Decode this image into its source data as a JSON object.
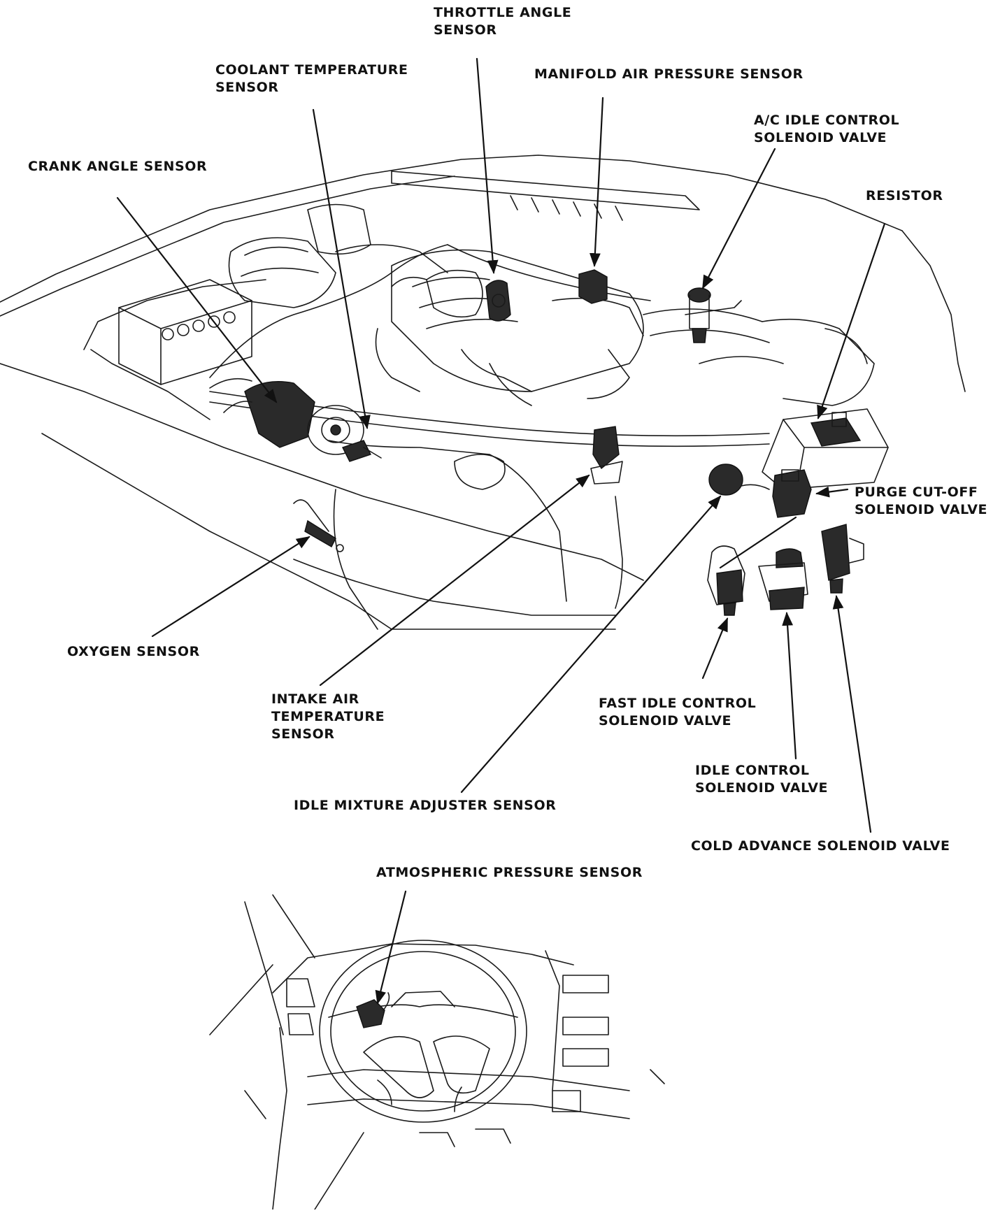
{
  "labels": {
    "throttle_angle": [
      "THROTTLE ANGLE",
      "SENSOR"
    ],
    "coolant_temp": [
      "COOLANT TEMPERATURE",
      "SENSOR"
    ],
    "map_sensor": [
      "MANIFOLD AIR PRESSURE SENSOR"
    ],
    "ac_idle": [
      "A/C IDLE CONTROL",
      "SOLENOID VALVE"
    ],
    "crank_angle": [
      "CRANK ANGLE SENSOR"
    ],
    "resistor": [
      "RESISTOR"
    ],
    "purge_cutoff": [
      "PURGE CUT-OFF",
      "SOLENOID VALVE"
    ],
    "oxygen": [
      "OXYGEN SENSOR"
    ],
    "intake_air_temp": [
      "INTAKE AIR",
      "TEMPERATURE",
      "SENSOR"
    ],
    "fast_idle": [
      "FAST IDLE CONTROL",
      "SOLENOID VALVE"
    ],
    "idle_control": [
      "IDLE CONTROL",
      "SOLENOID VALVE"
    ],
    "idle_mixture": [
      "IDLE MIXTURE ADJUSTER SENSOR"
    ],
    "cold_advance": [
      "COLD ADVANCE SOLENOID VALVE"
    ],
    "atmospheric": [
      "ATMOSPHERIC PRESSURE SENSOR"
    ]
  }
}
